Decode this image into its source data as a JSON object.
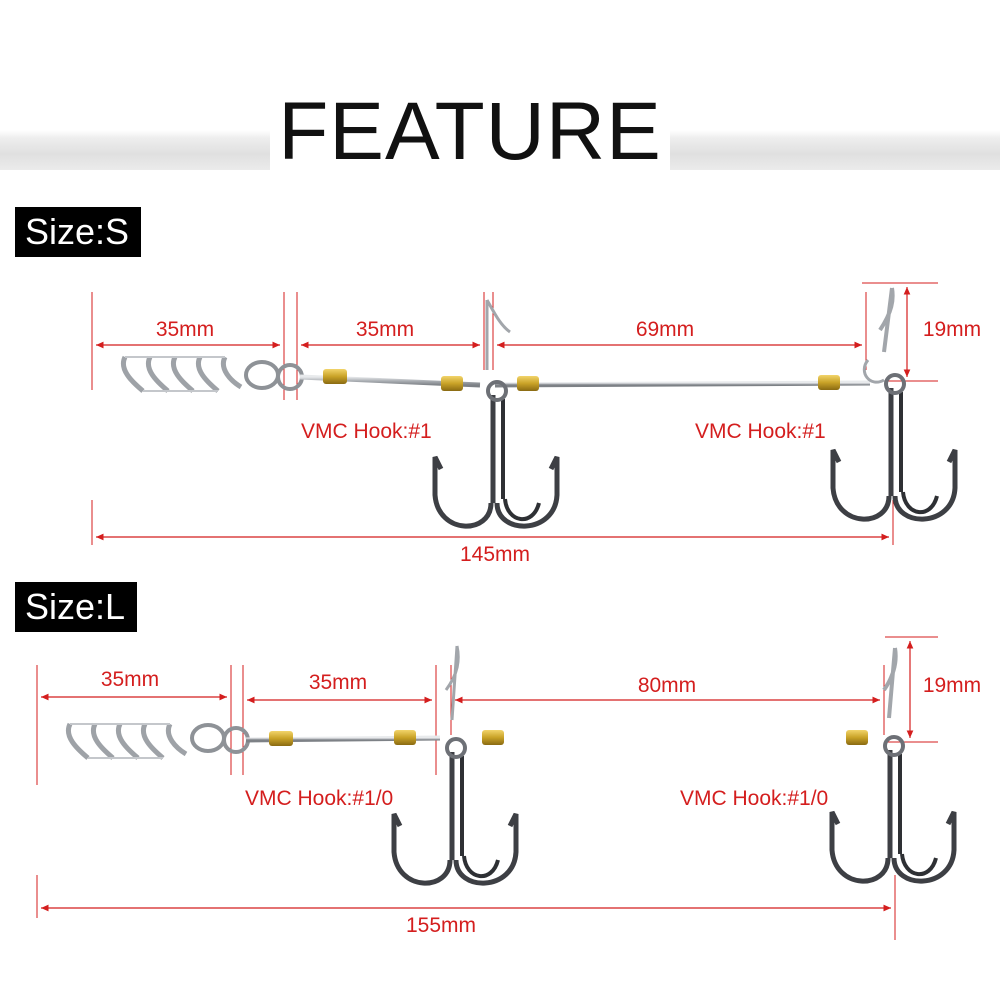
{
  "header": {
    "title": "FEATURE"
  },
  "sections": [
    {
      "label": "Size:S",
      "dims": {
        "screw": "35mm",
        "lead": "35mm",
        "between": "69mm",
        "height": "19mm",
        "total": "145mm"
      },
      "hooks": [
        "VMC Hook:#1",
        "VMC Hook:#1"
      ]
    },
    {
      "label": "Size:L",
      "dims": {
        "screw": "35mm",
        "lead": "35mm",
        "between": "80mm",
        "height": "19mm",
        "total": "155mm"
      },
      "hooks": [
        "VMC Hook:#1/0",
        "VMC Hook:#1/0"
      ]
    }
  ],
  "colors": {
    "dimension": "#d41e1e",
    "wire": "#b9bcc0",
    "hook": "#3d3f44",
    "brass": "#c9a227"
  }
}
